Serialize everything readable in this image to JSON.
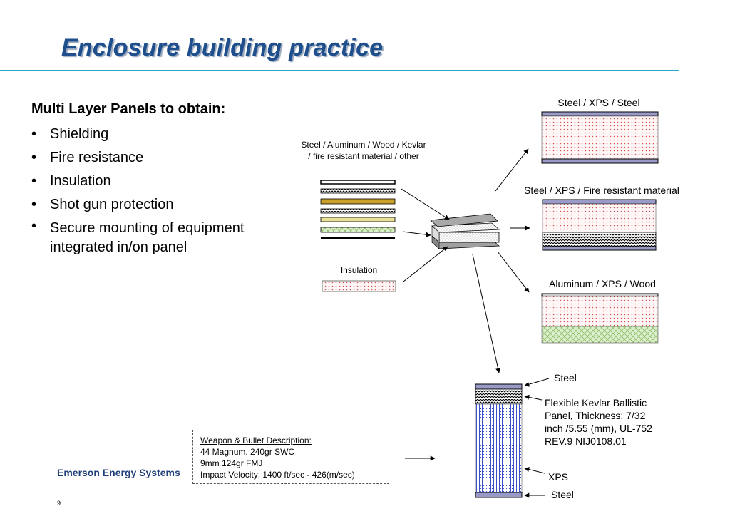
{
  "slide": {
    "title": "Enclosure building practice",
    "intro": "Multi Layer Panels to obtain:",
    "bullets": [
      "Shielding",
      "Fire resistance",
      "Insulation",
      "Shot gun protection",
      "Secure mounting of equipment integrated in/on panel"
    ],
    "bullet_glyph": "•",
    "layers_label": "Steel / Aluminum / Wood / Kevlar / fire resistant material / other",
    "insulation_label": "Insulation",
    "panels": [
      {
        "label": "Steel / XPS / Steel"
      },
      {
        "label": "Steel / XPS / Fire resistant material"
      },
      {
        "label": "Aluminum / XPS / Wood"
      }
    ],
    "ballistic": {
      "steel_top": "Steel",
      "kevlar": "Flexible Kevlar Ballistic Panel, Thickness: 7/32 inch /5.55 (mm), UL-752 REV.9  NIJ0108.01",
      "xps": "XPS",
      "steel_bottom": "Steel"
    },
    "weapon": {
      "heading": "Weapon & Bullet Description:",
      "lines": [
        "44 Magnum. 240gr SWC",
        "9mm 124gr FMJ",
        "Impact Velocity: 1400 ft/sec - 426(m/sec)"
      ]
    },
    "footer": "Emerson Energy Systems",
    "page_number": "9",
    "colors": {
      "title": "#1f4e8c",
      "rule": "#2aa6c4",
      "insulation_dots": "#d9534f",
      "steel": "#9a9ac8",
      "wood_gold": "#c8a02a",
      "fire_green": "#dcefcc",
      "xps_blue": "#3a50c8"
    }
  }
}
